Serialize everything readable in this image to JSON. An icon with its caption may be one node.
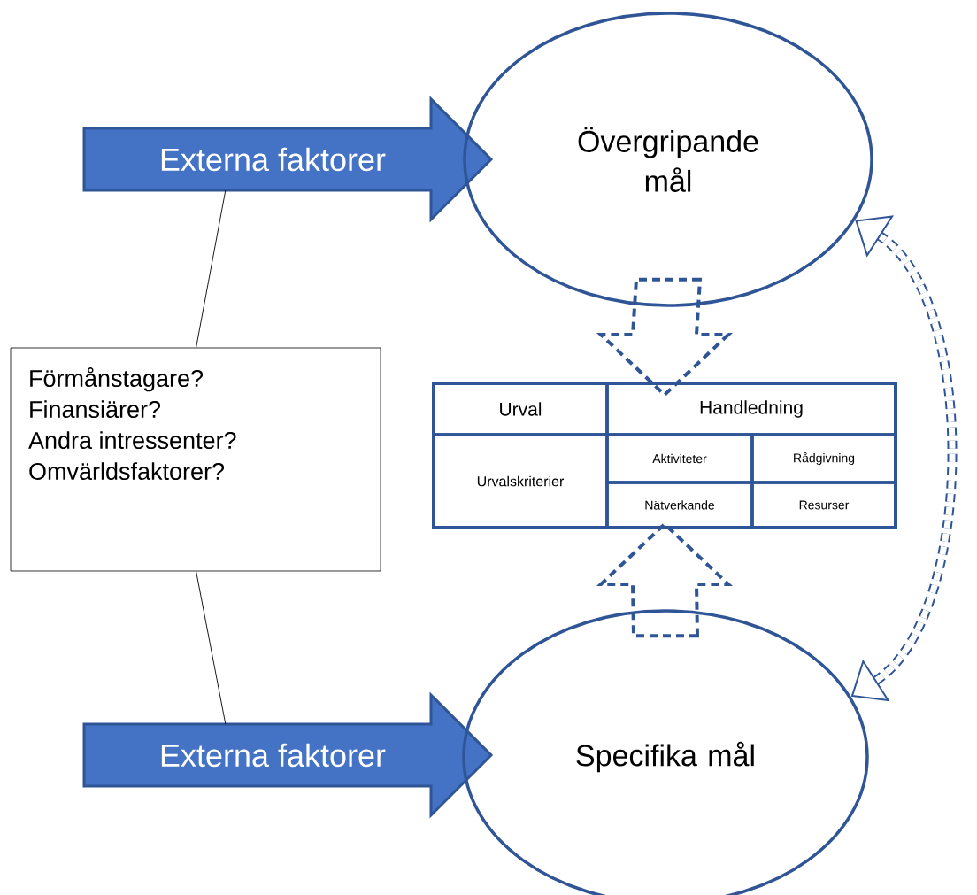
{
  "diagram": {
    "nodes": [
      {
        "text": [
          "Externa faktorer"
        ]
      },
      {
        "text": [
          "Övergripande mål"
        ]
      },
      {
        "text": [
          "Förmånstagare?",
          "Finansiärer?",
          "Andra intressenter?",
          "Omvärldsfaktorer?"
        ]
      },
      {
        "text": [],
        "shape": "box"
      },
      {
        "text": [
          "Urval"
        ],
        "in": 3
      },
      {
        "text": [
          "Handledning"
        ],
        "in": 3
      },
      {
        "text": [
          "Urvalskriterier"
        ],
        "in": 3
      },
      {
        "text": [
          "Aktiviteter"
        ],
        "in": 3
      },
      {
        "text": [
          "Rådgivning"
        ],
        "in": 3
      },
      {
        "text": [
          "Nätverkande"
        ],
        "in": 3
      },
      {
        "text": [
          "Resurser"
        ],
        "in": 3
      },
      {
        "text": [
          "Externa faktorer"
        ]
      },
      {
        "text": [
          "Specifika mål"
        ]
      }
    ],
    "edges": [
      {
        "from": 0,
        "to": 2,
        "arrow": "none",
        "color": "#000000"
      },
      {
        "from": 2,
        "to": 11,
        "arrow": "none",
        "color": "#000000"
      },
      {
        "from": 1,
        "to": 3,
        "arrow": "to",
        "style": "dashed",
        "color": "#2f5597"
      },
      {
        "from": 12,
        "to": 3,
        "arrow": "to",
        "style": "dashed",
        "color": "#2f5597"
      },
      {
        "from": 12,
        "to": 1,
        "arrow": "both",
        "style": "dashed",
        "color": "#2f5597"
      }
    ]
  }
}
